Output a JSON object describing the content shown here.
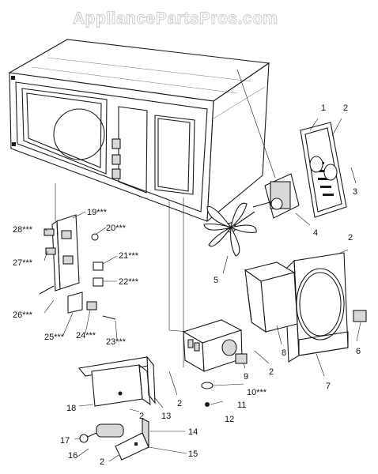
{
  "watermark": "AppliancePartsPros.com",
  "callouts": [
    {
      "id": "c1",
      "text": "1"
    },
    {
      "id": "c2a",
      "text": "2"
    },
    {
      "id": "c3",
      "text": "3"
    },
    {
      "id": "c4",
      "text": "4"
    },
    {
      "id": "c5",
      "text": "5"
    },
    {
      "id": "c2b",
      "text": "2"
    },
    {
      "id": "c6",
      "text": "6"
    },
    {
      "id": "c7",
      "text": "7"
    },
    {
      "id": "c8",
      "text": "8"
    },
    {
      "id": "c2c",
      "text": "2"
    },
    {
      "id": "c9",
      "text": "9"
    },
    {
      "id": "c10",
      "text": "10***"
    },
    {
      "id": "c11",
      "text": "11"
    },
    {
      "id": "c12",
      "text": "12"
    },
    {
      "id": "c2d",
      "text": "2"
    },
    {
      "id": "c13",
      "text": "13"
    },
    {
      "id": "c2e",
      "text": "2"
    },
    {
      "id": "c18",
      "text": "18"
    },
    {
      "id": "c14",
      "text": "14"
    },
    {
      "id": "c17",
      "text": "17"
    },
    {
      "id": "c16",
      "text": "16"
    },
    {
      "id": "c2f",
      "text": "2"
    },
    {
      "id": "c15",
      "text": "15"
    },
    {
      "id": "c19",
      "text": "19***"
    },
    {
      "id": "c20",
      "text": "20***"
    },
    {
      "id": "c28",
      "text": "28***"
    },
    {
      "id": "c27",
      "text": "27***"
    },
    {
      "id": "c21",
      "text": "21***"
    },
    {
      "id": "c22",
      "text": "22***"
    },
    {
      "id": "c26",
      "text": "26***"
    },
    {
      "id": "c25",
      "text": "25***"
    },
    {
      "id": "c24",
      "text": "24***"
    },
    {
      "id": "c23",
      "text": "23***"
    }
  ]
}
